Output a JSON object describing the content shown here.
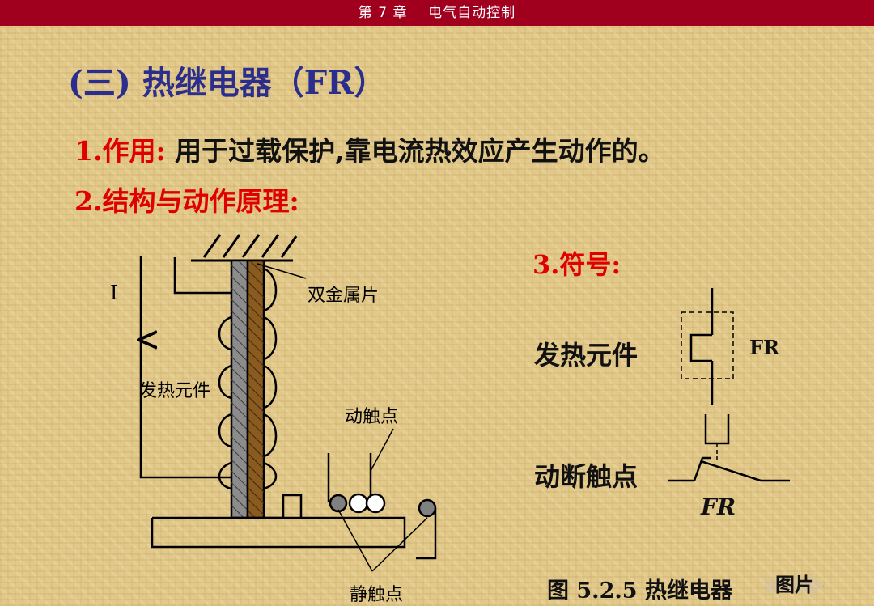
{
  "header": {
    "chapter": "第 7 章    电气自动控制"
  },
  "title": "(三) 热继电器（FR）",
  "section1": {
    "label": "1.作用:",
    "text": "用于过载保护,靠电流热效应产生动作的。"
  },
  "section2": {
    "label": "2.结构与动作原理:"
  },
  "section3": {
    "label": "3.符号:"
  },
  "diagram": {
    "current_label": "I",
    "bimetal_label": "双金属片",
    "heating_label": "发热元件",
    "moving_contact_label": "动触点",
    "static_contact_label": "静触点"
  },
  "symbol": {
    "heating_label": "发热元件",
    "heating_tag": "FR",
    "contact_label": "动断触点",
    "contact_tag": "FR"
  },
  "caption": "图 5.2.5   热继电器",
  "figure_button": "图片",
  "colors": {
    "header_bg": "#a0001e",
    "title": "#2b2e8c",
    "red": "#e00000",
    "bimetal_gray": "#8c8c8c",
    "bimetal_brown": "#8b5a1e"
  }
}
